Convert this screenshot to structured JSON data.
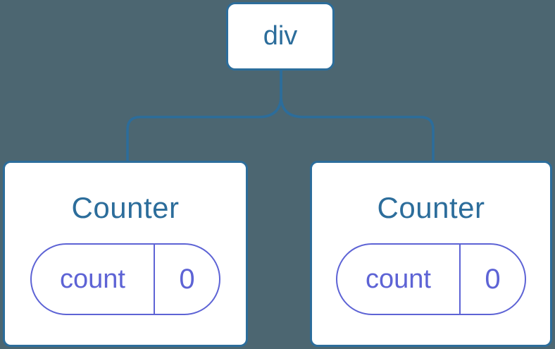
{
  "diagram": {
    "type": "component-tree",
    "root": {
      "label": "div"
    },
    "children": [
      {
        "title": "Counter",
        "state": {
          "key": "count",
          "value": "0"
        }
      },
      {
        "title": "Counter",
        "state": {
          "key": "count",
          "value": "0"
        }
      }
    ]
  },
  "colors": {
    "background": "#4c6671",
    "accent_blue": "#2c6d9b",
    "accent_purple": "#5d63d5",
    "node_background": "#ffffff"
  }
}
